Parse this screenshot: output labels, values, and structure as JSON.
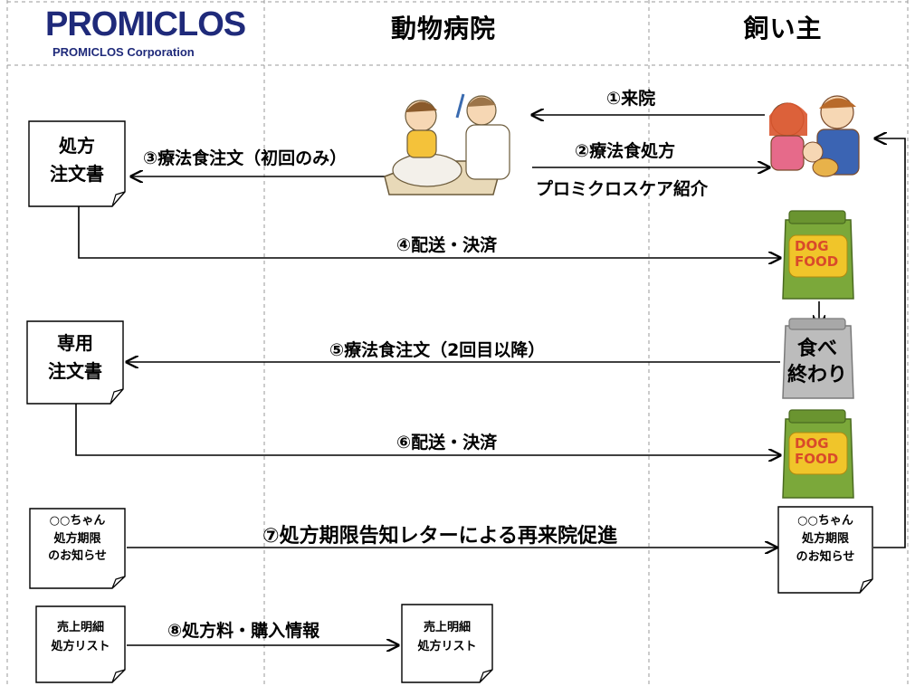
{
  "header": {
    "logo": "PROMICLOS",
    "logo_sub": "PROMICLOS Corporation",
    "col_clinic": "動物病院",
    "col_owner": "飼い主"
  },
  "docs": {
    "prescription_order": [
      "処方",
      "注文書"
    ],
    "dedicated_order": [
      "専用",
      "注文書"
    ],
    "notice_left": [
      "○○ちゃん",
      "処方期限",
      "のお知らせ"
    ],
    "notice_right": [
      "○○ちゃん",
      "処方期限",
      "のお知らせ"
    ],
    "sales_left": [
      "売上明細",
      "処方リスト"
    ],
    "sales_right": [
      "売上明細",
      "処方リスト"
    ]
  },
  "steps": {
    "s1": "①来院",
    "s2": "②療法食処方",
    "s2b": "プロミクロスケア紹介",
    "s3": "③療法食注文（初回のみ）",
    "s4": "④配送・決済",
    "s5": "⑤療法食注文（2回目以降）",
    "s6": "⑥配送・決済",
    "s7": "⑦処方期限告知レターによる再来院促進",
    "s8": "⑧処方料・購入情報"
  },
  "food": {
    "bag_text_1": "DOG",
    "bag_text_2": "FOOD",
    "empty_label": [
      "食べ",
      "終わり"
    ]
  },
  "colors": {
    "logo": "#1f2a7a",
    "bag_green": "#7ba83a",
    "bag_yellow": "#f0c52a",
    "empty_gray": "#bcbcbc"
  }
}
